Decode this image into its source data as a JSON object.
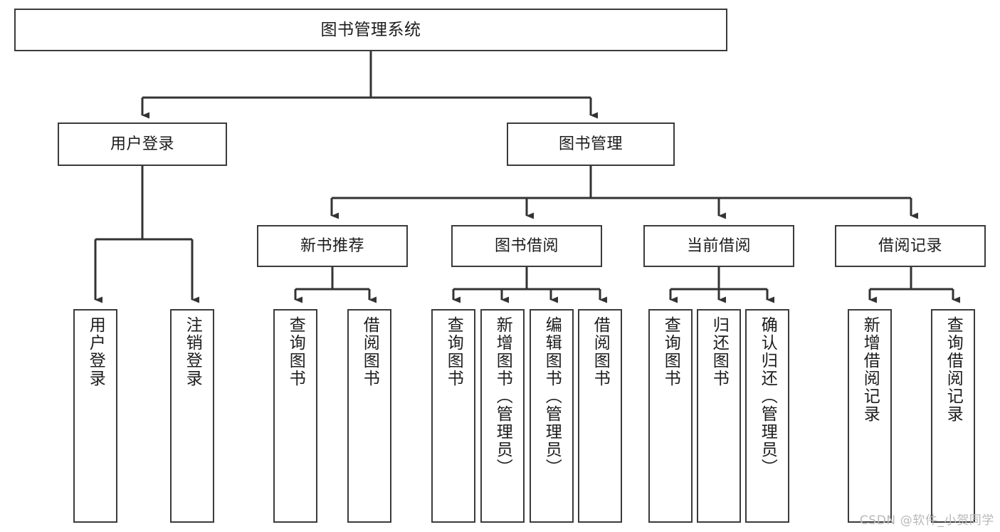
{
  "diagram": {
    "title": "图书管理系统",
    "type": "tree",
    "watermark": "CSDN @软件_小贺同学",
    "colors": {
      "background": "#ffffff",
      "box_border": "#3b3b3b",
      "box_fill": "#ffffff",
      "connector": "#333333",
      "text": "#1c1c1c",
      "watermark": "#b9b9b9"
    },
    "nodes": {
      "root": {
        "label": "图书管理系统",
        "level": 0
      },
      "user_login": {
        "label": "用户登录",
        "level": 1
      },
      "book_manage": {
        "label": "图书管理",
        "level": 1
      },
      "new_book_rec": {
        "label": "新书推荐",
        "level": 2
      },
      "book_borrow": {
        "label": "图书借阅",
        "level": 2
      },
      "current_borrow": {
        "label": "当前借阅",
        "level": 2
      },
      "borrow_record": {
        "label": "借阅记录",
        "level": 2
      },
      "leaf_user_login": {
        "label": "用户登录",
        "level": 3
      },
      "leaf_logout": {
        "label": "注销登录",
        "level": 3
      },
      "leaf_query_book_1": {
        "label": "查询图书",
        "level": 3
      },
      "leaf_borrow_book_1": {
        "label": "借阅图书",
        "level": 3
      },
      "leaf_query_book_2": {
        "label": "查询图书",
        "level": 3
      },
      "leaf_add_book": {
        "label": "新增图书（管理员）",
        "level": 3
      },
      "leaf_edit_book": {
        "label": "编辑图书（管理员）",
        "level": 3
      },
      "leaf_borrow_book_2": {
        "label": "借阅图书",
        "level": 3
      },
      "leaf_query_book_3": {
        "label": "查询图书",
        "level": 3
      },
      "leaf_return_book": {
        "label": "归还图书",
        "level": 3
      },
      "leaf_confirm_return": {
        "label": "确认归还（管理员）",
        "level": 3
      },
      "leaf_add_record": {
        "label": "新增借阅记录",
        "level": 3
      },
      "leaf_query_record": {
        "label": "查询借阅记录",
        "level": 3
      }
    },
    "edges": [
      {
        "from": "root",
        "to": "user_login"
      },
      {
        "from": "root",
        "to": "book_manage"
      },
      {
        "from": "user_login",
        "to": "leaf_user_login"
      },
      {
        "from": "user_login",
        "to": "leaf_logout"
      },
      {
        "from": "book_manage",
        "to": "new_book_rec"
      },
      {
        "from": "book_manage",
        "to": "book_borrow"
      },
      {
        "from": "book_manage",
        "to": "current_borrow"
      },
      {
        "from": "book_manage",
        "to": "borrow_record"
      },
      {
        "from": "new_book_rec",
        "to": "leaf_query_book_1"
      },
      {
        "from": "new_book_rec",
        "to": "leaf_borrow_book_1"
      },
      {
        "from": "book_borrow",
        "to": "leaf_query_book_2"
      },
      {
        "from": "book_borrow",
        "to": "leaf_add_book"
      },
      {
        "from": "book_borrow",
        "to": "leaf_edit_book"
      },
      {
        "from": "book_borrow",
        "to": "leaf_borrow_book_2"
      },
      {
        "from": "current_borrow",
        "to": "leaf_query_book_3"
      },
      {
        "from": "current_borrow",
        "to": "leaf_return_book"
      },
      {
        "from": "current_borrow",
        "to": "leaf_confirm_return"
      },
      {
        "from": "borrow_record",
        "to": "leaf_add_record"
      },
      {
        "from": "borrow_record",
        "to": "leaf_query_record"
      }
    ]
  }
}
